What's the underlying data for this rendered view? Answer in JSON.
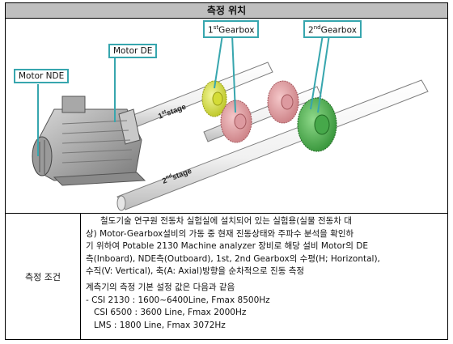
{
  "header": {
    "title": "측정 위치"
  },
  "figure": {
    "callouts": {
      "motor_nde": "Motor NDE",
      "motor_de": "Motor DE",
      "gearbox1_num": "1",
      "gearbox1_sup": "st",
      "gearbox1_text": " Gearbox",
      "gearbox2_num": "2",
      "gearbox2_sup": "nd",
      "gearbox2_text": " Gearbox"
    },
    "shaft_labels": {
      "stage1_num": "1",
      "stage1_sup": "st",
      "stage1_text": " stage",
      "stage2_num": "2",
      "stage2_sup": "nd",
      "stage2_text": " stage"
    },
    "colors": {
      "callout_border": "#37a6ae",
      "gear_yellow": "#e6ee52",
      "gear_pink": "#e8a5a8",
      "gear_green": "#4caf50"
    }
  },
  "conditions": {
    "label": "측정 조건",
    "paragraph_lines": [
      "철도기술 연구원 전동차 실험실에 설치되어 있는 실험용(실물 전동차 대",
      "상) Motor-Gearbox설비의 가동 중 현재 진동상태와 주파수 분석을 확인하",
      "기 위하여 Potable 2130 Machine analyzer 장비로 해당 설비 Motor의 DE",
      "측(Inboard), NDE측(Outboard), 1st, 2nd Gearbox의 수평(H; Horizontal),",
      "수직(V: Vertical), 축(A: Axial)방향을 순차적으로 진동 측정"
    ],
    "settings_intro": "계측기의 측정 기본 설정 값은 다음과 같음",
    "settings_lines": [
      "- CSI 2130 : 1600~6400Line, Fmax 8500Hz",
      "  CSI 6500 : 3600 Line, Fmax 2000Hz",
      "  LMS : 1800 Line, Fmax 3072Hz"
    ]
  }
}
